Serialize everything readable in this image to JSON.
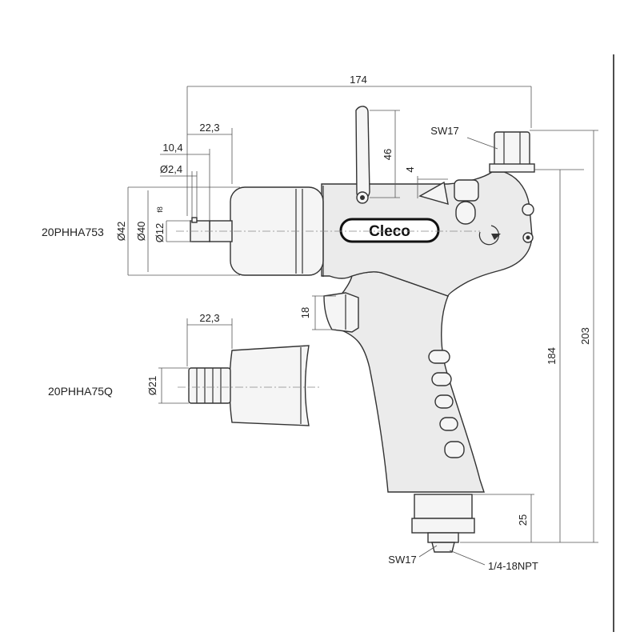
{
  "models": {
    "top": "20PHHA753",
    "bottom": "20PHHA75Q"
  },
  "brand": "Cleco",
  "dimensions": {
    "overall_length": "174",
    "bit_length": "22,3",
    "bit_reach": "10,4",
    "ball_dia": "Ø2,4",
    "trigger_height": "46",
    "offset_small": "4",
    "wrench_top": "SW17",
    "dia_42": "Ø42",
    "dia_40": "Ø40",
    "dia_12": "Ø12",
    "fit_f8": "f8",
    "reverse_height": "18",
    "qc_length": "22,3",
    "dia_21": "Ø21",
    "height_184": "184",
    "height_203": "203",
    "inlet_height": "25",
    "wrench_bottom": "SW17",
    "thread": "1/4-18NPT"
  }
}
